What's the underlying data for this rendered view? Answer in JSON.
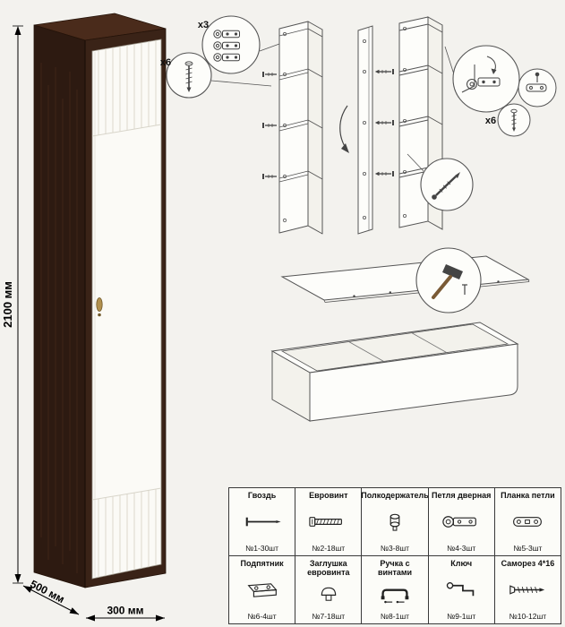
{
  "page": {
    "background": "#f3f2ee"
  },
  "wardrobe": {
    "body_color": "#3a2317",
    "side_color": "#2d1a11",
    "top_color": "#4a2b1b",
    "door_color": "#fbfaf6",
    "handle_color": "#b2904e",
    "dimensions": {
      "height": "2100 мм",
      "depth": "500 мм",
      "width": "300 мм"
    }
  },
  "assembly": {
    "hinge_callout_qty": "x3",
    "screw_callout_qty_left": "x6",
    "screw_callout_qty_right": "x6"
  },
  "parts_table": {
    "rows": [
      [
        {
          "name": "Гвоздь",
          "qty": "№1-30шт",
          "icon": "nail"
        },
        {
          "name": "Евровинт",
          "qty": "№2-18шт",
          "icon": "euro-screw"
        },
        {
          "name": "Полкодержатель",
          "qty": "№3-8шт",
          "icon": "shelf-pin"
        },
        {
          "name": "Петля дверная",
          "qty": "№4-3шт",
          "icon": "door-hinge"
        },
        {
          "name": "Планка петли",
          "qty": "№5-3шт",
          "icon": "hinge-plate"
        }
      ],
      [
        {
          "name": "Подпятник",
          "qty": "№6-4шт",
          "icon": "foot-glide"
        },
        {
          "name": "Заглушка евровинта",
          "qty": "№7-18шт",
          "icon": "screw-cap"
        },
        {
          "name": "Ручка с винтами",
          "qty": "№8-1шт",
          "icon": "handle"
        },
        {
          "name": "Ключ",
          "qty": "№9-1шт",
          "icon": "key"
        },
        {
          "name": "Саморез 4*16",
          "qty": "№10-12шт",
          "icon": "screw"
        }
      ]
    ]
  }
}
